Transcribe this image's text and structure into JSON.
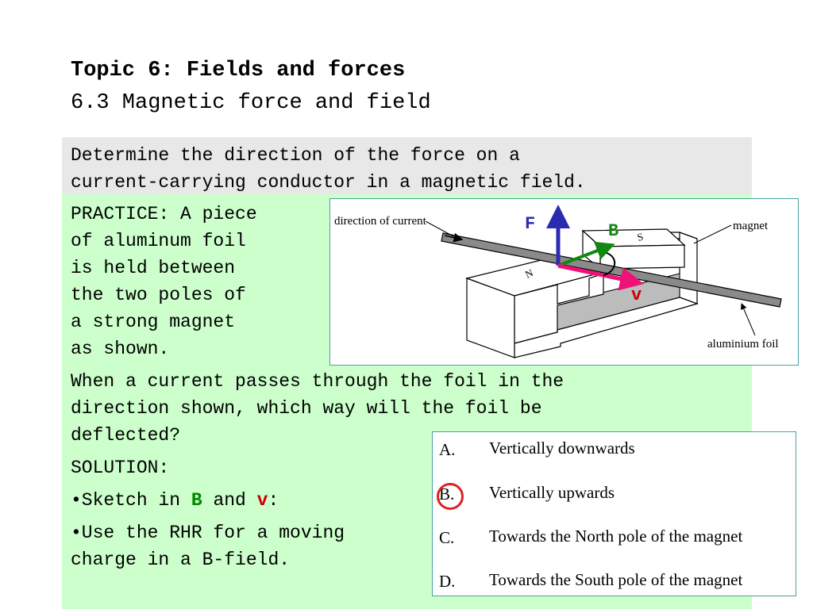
{
  "header": {
    "title": "Topic 6: Fields and forces",
    "subtitle": "6.3 Magnetic force and field"
  },
  "objective": "Determine the direction of the force on a\ncurrent-carrying conductor in a magnetic field.",
  "practice": {
    "prompt": "PRACTICE: A piece\nof aluminum foil\nis held between\nthe two poles of\na strong magnet\nas shown.",
    "question": "When a current passes through the foil in the\ndirection shown, which way will the foil be\ndeflected?",
    "solution_label": "SOLUTION:",
    "bullet1": {
      "prefix": "•Sketch in ",
      "b": "B",
      "mid": " and ",
      "v": "v",
      "suffix": ":"
    },
    "bullet2": "•Use the RHR for a moving\ncharge in a B-field."
  },
  "figure": {
    "label_current": "direction of current",
    "label_magnet": "magnet",
    "label_foil": "aluminium foil",
    "pole_s": "S",
    "pole_n": "N",
    "vector_f": "F",
    "vector_b": "B",
    "vector_v": "v",
    "colors": {
      "F": "#2b2bb0",
      "B": "#118811",
      "v": "#ee1177"
    }
  },
  "choices": [
    {
      "letter": "A.",
      "text": "Vertically downwards"
    },
    {
      "letter": "B.",
      "text": "Vertically upwards",
      "selected": true
    },
    {
      "letter": "C.",
      "text": "Towards the North pole of the magnet"
    },
    {
      "letter": "D.",
      "text": "Towards the South pole of the magnet"
    }
  ]
}
